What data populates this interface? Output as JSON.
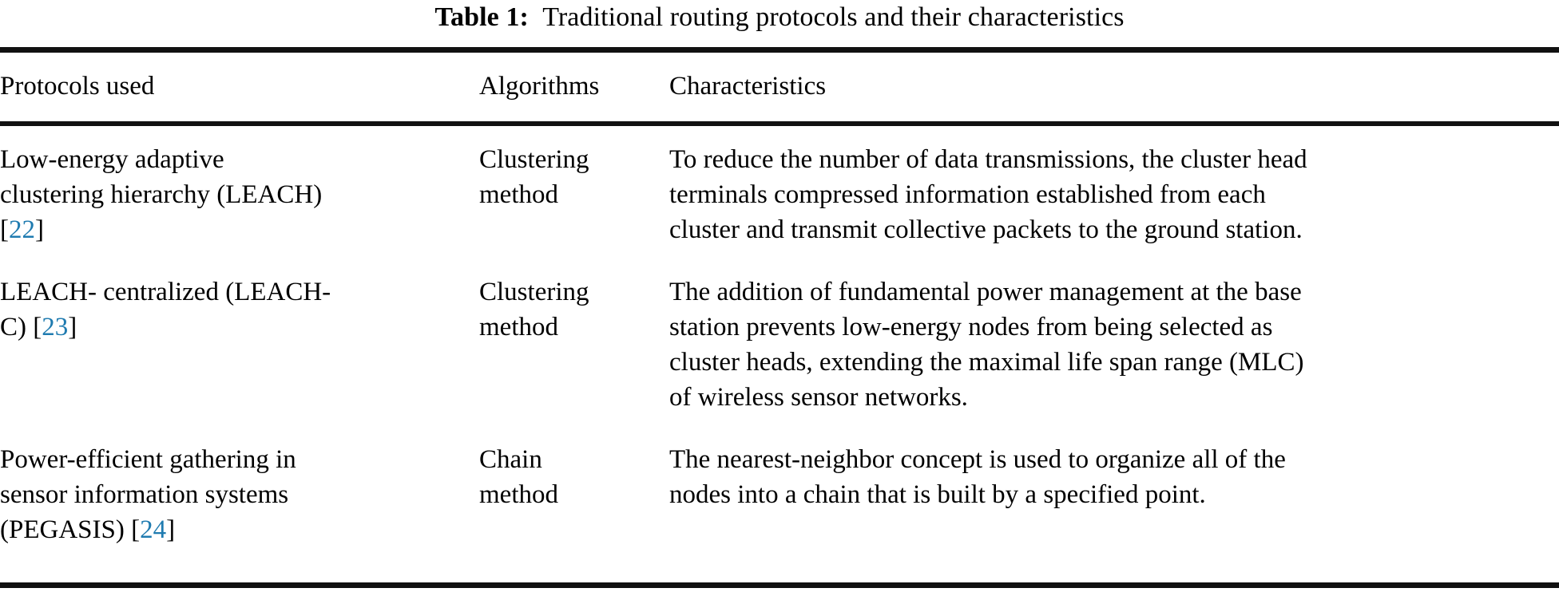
{
  "caption": {
    "label": "Table 1:",
    "text": "Traditional routing protocols and their characteristics"
  },
  "accent_color": "#1f7bb0",
  "columns": [
    {
      "key": "protocols",
      "header": "Protocols used"
    },
    {
      "key": "algorithms",
      "header": "Algorithms"
    },
    {
      "key": "characteristics",
      "header": "Characteristics"
    }
  ],
  "rows": [
    {
      "protocol_lines": [
        "Low-energy adaptive",
        "clustering hierarchy (LEACH)"
      ],
      "protocol_cite_open": "[",
      "protocol_cite_num": "22",
      "protocol_cite_close": "]",
      "algorithm_lines": [
        "Clustering",
        "method"
      ],
      "characteristic_lines": [
        "To reduce the number of data transmissions, the cluster head",
        "terminals compressed information established from each",
        "cluster and transmit collective packets to the ground station."
      ]
    },
    {
      "protocol_lines": [
        "LEACH- centralized (LEACH-"
      ],
      "protocol_cite_prefix": "C) ",
      "protocol_cite_open": "[",
      "protocol_cite_num": "23",
      "protocol_cite_close": "]",
      "algorithm_lines": [
        "Clustering",
        "method"
      ],
      "characteristic_lines": [
        "The addition of fundamental power management at the base",
        "station prevents low-energy nodes from being selected as",
        "cluster heads, extending the maximal life span range (MLC)",
        "of wireless sensor networks."
      ]
    },
    {
      "protocol_lines": [
        "Power-efficient gathering in",
        "sensor information systems"
      ],
      "protocol_cite_prefix": "(PEGASIS) ",
      "protocol_cite_open": "[",
      "protocol_cite_num": "24",
      "protocol_cite_close": "]",
      "algorithm_lines": [
        "Chain",
        "method"
      ],
      "characteristic_lines": [
        "The nearest-neighbor concept is used to organize all of the",
        "nodes into a chain that is built by a specified point."
      ]
    }
  ]
}
